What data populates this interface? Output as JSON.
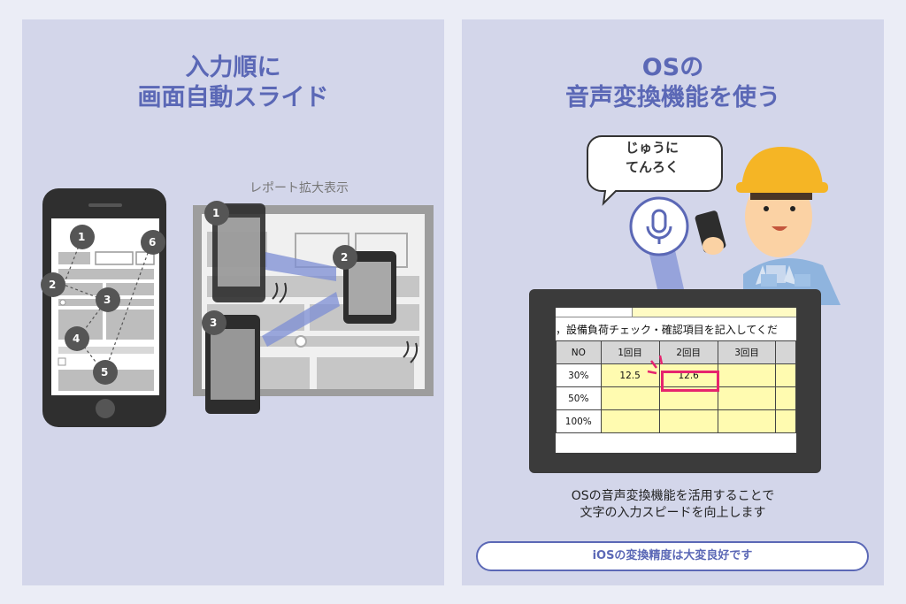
{
  "left_panel": {
    "title_line1": "入力順に",
    "title_line2": "画面自動スライド",
    "report_label": "レポート拡大表示",
    "step_numbers": [
      "1",
      "2",
      "3",
      "4",
      "5",
      "6"
    ],
    "zoom_step_numbers": [
      "1",
      "2",
      "3"
    ]
  },
  "right_panel": {
    "title_line1": "OSの",
    "title_line2": "音声変換機能を使う",
    "speech_line1": "じゅうに",
    "speech_line2": "てんろく",
    "sheet": {
      "title": "，設備負荷チェック・確認項目を記入してくだ",
      "headers": [
        "NO",
        "1回目",
        "2回目",
        "3回目"
      ],
      "rows": [
        {
          "label": "30%",
          "values": [
            "12.5",
            "12.6",
            ""
          ]
        },
        {
          "label": "50%",
          "values": [
            "",
            "",
            ""
          ]
        },
        {
          "label": "100%",
          "values": [
            "",
            "",
            ""
          ]
        }
      ]
    },
    "caption_line1": "OSの音声変換機能を活用することで",
    "caption_line2": "文字の入力スピードを向上します",
    "pill_text": "iOSの変換精度は大変良好です"
  },
  "colors": {
    "accent": "#5b68b6",
    "panel_bg": "#d3d6ea",
    "page_bg": "#ebedf6",
    "highlight": "#e6246e",
    "cell_yellow": "#fffbb0",
    "helmet": "#f5b525",
    "shirt": "#8fb4de"
  },
  "icons": [
    "smartphone-icon",
    "microphone-icon",
    "worker-character"
  ]
}
